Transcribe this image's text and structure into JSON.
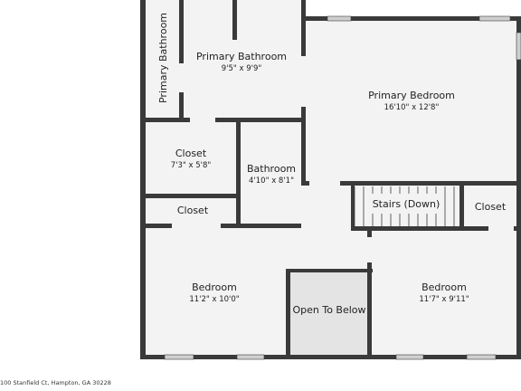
{
  "colors": {
    "wall": "#3a3a3a",
    "floor": "#f3f3f3",
    "open_area": "#e4e4e4",
    "window": "#cfcfcf"
  },
  "rooms": {
    "primary_bath_vertical": {
      "name": "Primary Bathroom"
    },
    "primary_bath": {
      "name": "Primary Bathroom",
      "size": "9'5\" x 9'9\""
    },
    "primary_bedroom": {
      "name": "Primary Bedroom",
      "size": "16'10\" x 12'8\""
    },
    "closet_1": {
      "name": "Closet",
      "size": "7'3\" x 5'8\""
    },
    "bathroom": {
      "name": "Bathroom",
      "size": "4'10\" x 8'1\""
    },
    "stairs": {
      "name": "Stairs (Down)"
    },
    "closet_2": {
      "name": "Closet"
    },
    "closet_3": {
      "name": "Closet"
    },
    "bedroom_left": {
      "name": "Bedroom",
      "size": "11'2\" x 10'0\""
    },
    "open_to_below": {
      "name": "Open To Below"
    },
    "bedroom_right": {
      "name": "Bedroom",
      "size": "11'7\" x 9'11\""
    }
  },
  "footer": {
    "address": "100 Stanfield Ct, Hampton, GA 30228"
  }
}
